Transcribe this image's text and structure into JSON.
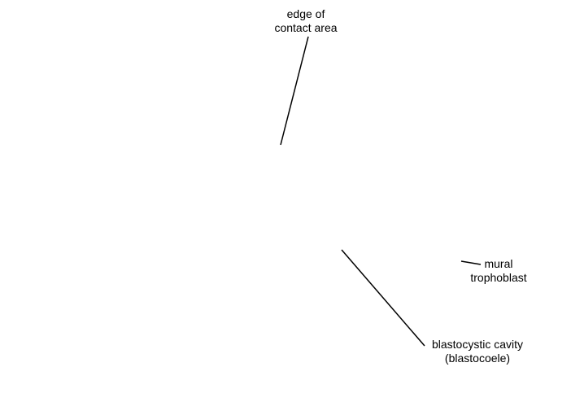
{
  "labels": {
    "edge_of_contact_area": {
      "line1": "edge of",
      "line2": "contact area"
    },
    "mural_trophoblast": {
      "line1": "mural",
      "line2": "trophoblast"
    },
    "blastocystic_cavity": {
      "line1": "blastocystic cavity",
      "line2": "(blastocoele)"
    }
  },
  "colors": {
    "text": "#000000",
    "lines": "#000000",
    "background": "#ffffff"
  }
}
